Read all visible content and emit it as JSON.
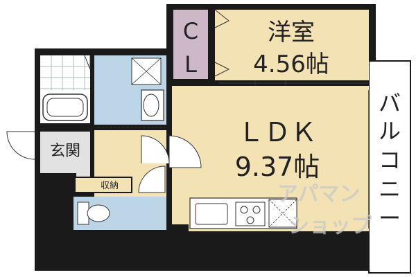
{
  "rooms": {
    "western_room": {
      "name": "洋室",
      "size": "4.56帖"
    },
    "closet": {
      "line1": "C",
      "line2": "L"
    },
    "ldk": {
      "name": "ＬＤＫ",
      "size": "9.37帖"
    },
    "entrance": {
      "name": "玄関"
    },
    "storage": {
      "name": "収納"
    },
    "balcony": {
      "chars": [
        "バ",
        "ル",
        "コ",
        "ニ",
        "ー"
      ]
    }
  },
  "watermark": {
    "line1": "アパマン",
    "line2": "ショップ"
  },
  "colors": {
    "western_room": "#f3e3b4",
    "closet": "#cdb8c8",
    "ldk": "#f3e3b4",
    "wet_area": "#bcd6e8",
    "entrance": "#e2e2e2",
    "wall": "#1a1a1a",
    "balcony": "#ffffff"
  }
}
